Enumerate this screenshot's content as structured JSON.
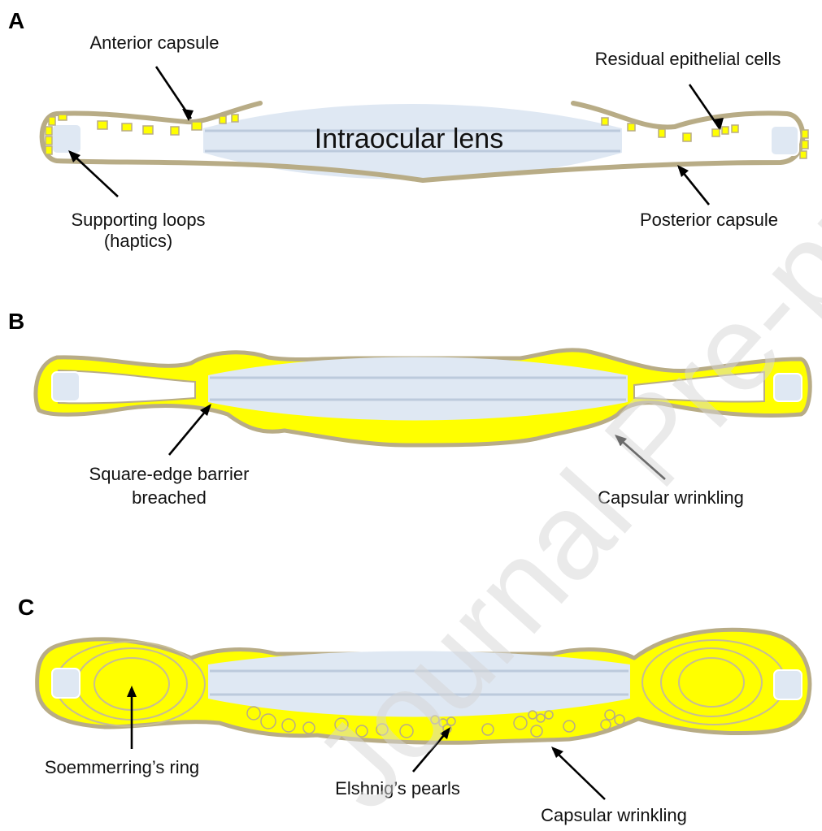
{
  "panels": {
    "a": {
      "label": "A"
    },
    "b": {
      "label": "B"
    },
    "c": {
      "label": "C"
    }
  },
  "labels": {
    "anterior_capsule": "Anterior capsule",
    "residual_epithelial_cells": "Residual epithelial cells",
    "intraocular_lens": "Intraocular lens",
    "supporting_loops_1": "Supporting loops",
    "supporting_loops_2": "(haptics)",
    "posterior_capsule": "Posterior capsule",
    "square_edge_1": "Square-edge barrier",
    "square_edge_2": "breached",
    "capsular_wrinkling_b": "Capsular wrinkling",
    "soemmerring_ring": "Soemmerring’s ring",
    "elshnig_pearls": "Elshnig’s pearls",
    "capsular_wrinkling_c": "Capsular wrinkling"
  },
  "watermark": "Journal Pre-proof",
  "colors": {
    "capsule": "#b8ac86",
    "cells": "#ffff00",
    "lens": "#dfe8f3",
    "lens_line": "#bccadc"
  }
}
